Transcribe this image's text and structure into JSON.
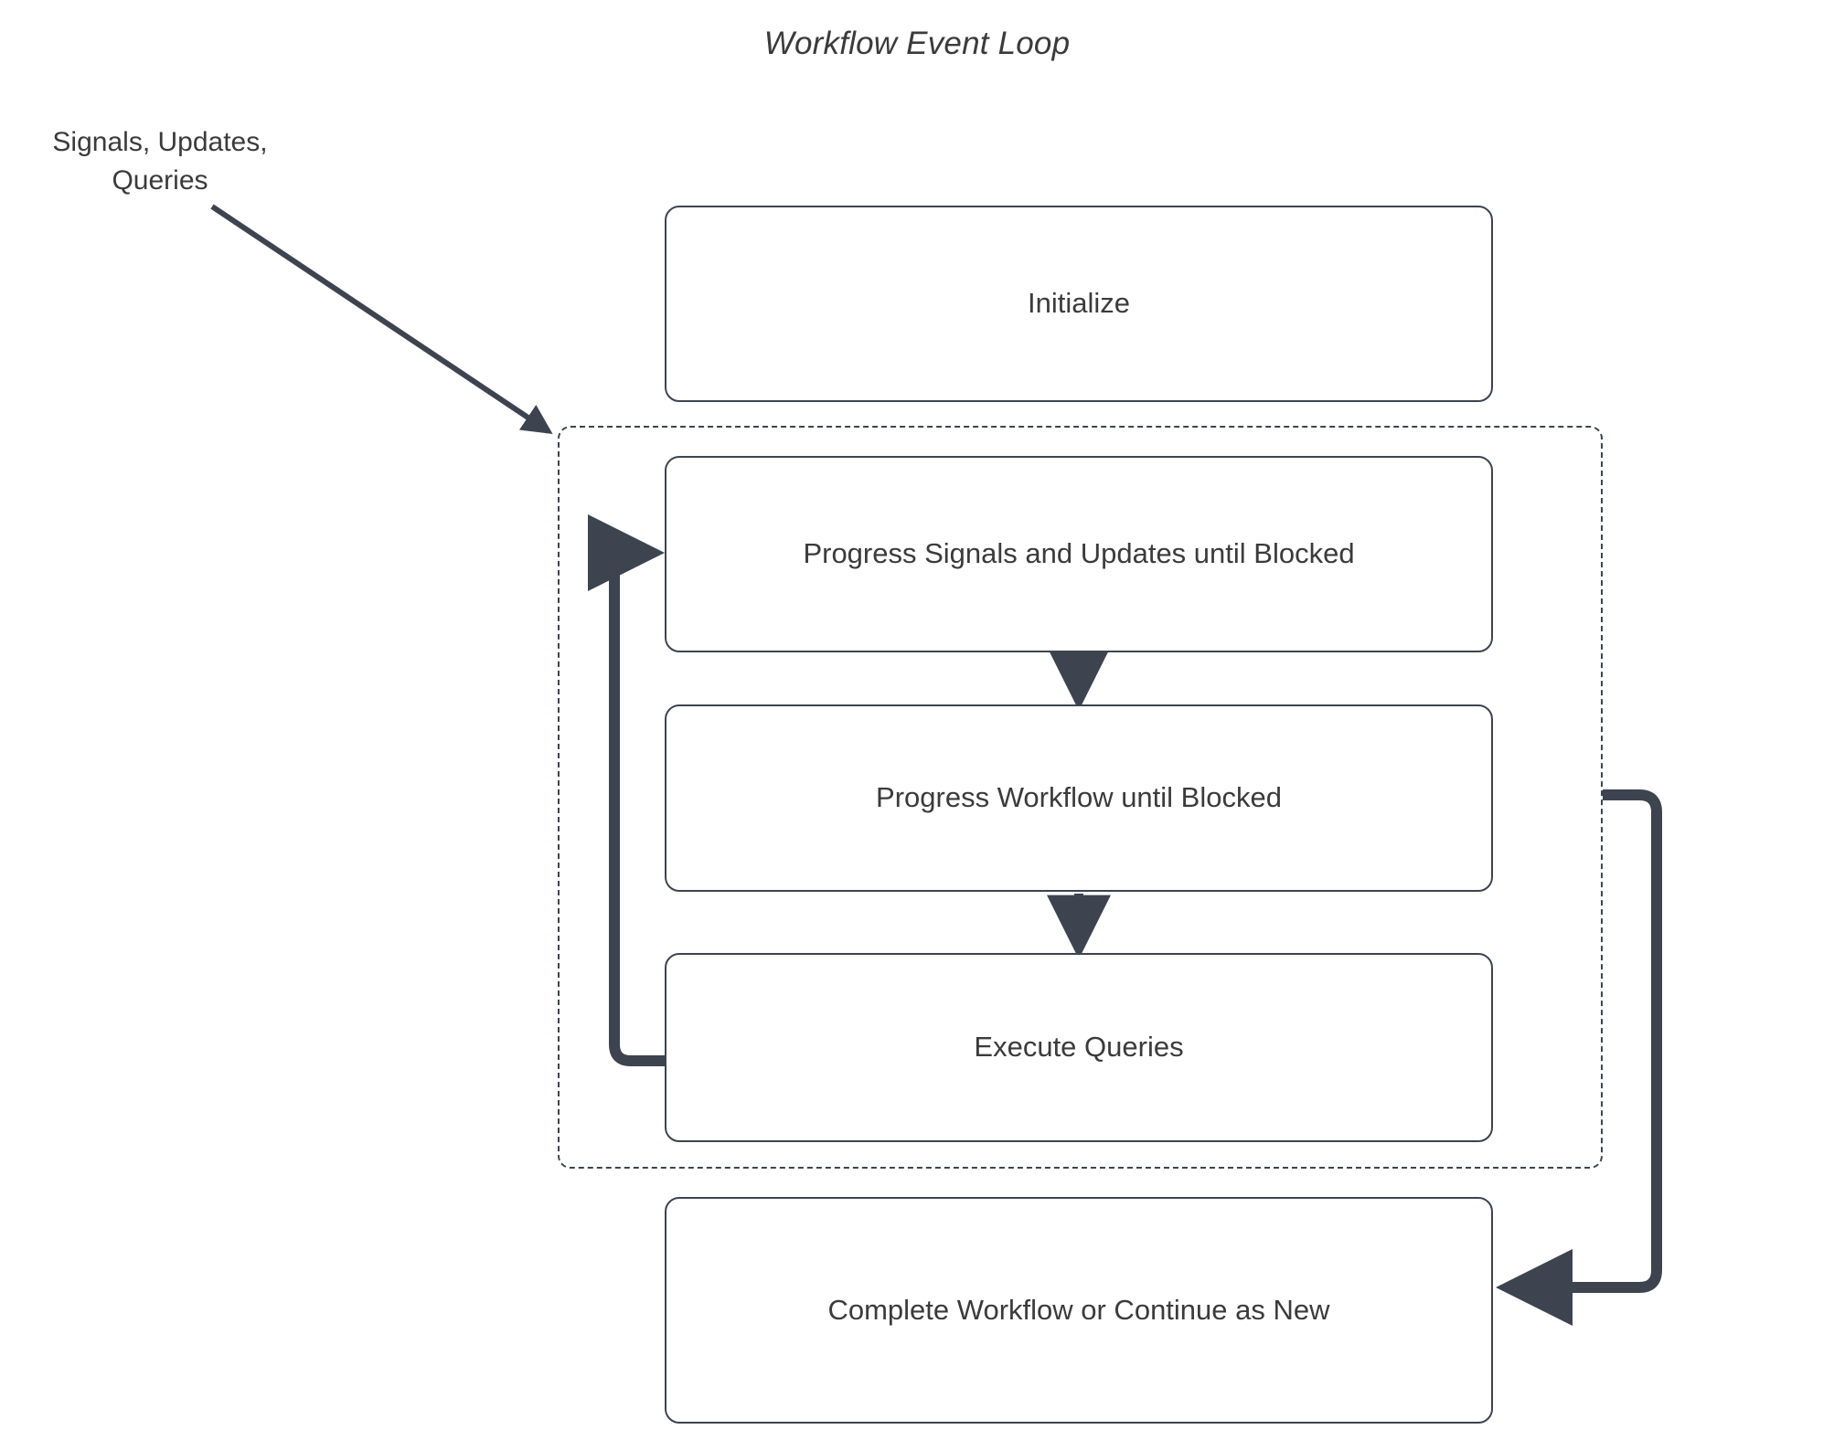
{
  "diagram": {
    "title": "Workflow Event Loop",
    "type": "flowchart",
    "external_input_label": "Signals, Updates,\nQueries",
    "colors": {
      "stroke": "#3d4450",
      "text": "#3b3b3b",
      "background": "#ffffff"
    },
    "nodes": [
      {
        "id": "initialize",
        "label": "Initialize"
      },
      {
        "id": "progress_signals_updates",
        "label": "Progress Signals and Updates until Blocked"
      },
      {
        "id": "progress_workflow",
        "label": "Progress Workflow until Blocked"
      },
      {
        "id": "execute_queries",
        "label": "Execute Queries"
      },
      {
        "id": "complete_workflow",
        "label": "Complete Workflow or Continue as New"
      }
    ],
    "loop_group": {
      "style": "dashed",
      "contains": [
        "progress_signals_updates",
        "progress_workflow",
        "execute_queries"
      ]
    },
    "edges": [
      {
        "from": "external_input",
        "to": "loop_group",
        "style": "solid-diagonal"
      },
      {
        "from": "progress_signals_updates",
        "to": "progress_workflow",
        "style": "solid-down"
      },
      {
        "from": "progress_workflow",
        "to": "execute_queries",
        "style": "solid-down"
      },
      {
        "from": "execute_queries",
        "to": "progress_signals_updates",
        "style": "loop-back-left"
      },
      {
        "from": "loop_group",
        "to": "complete_workflow",
        "style": "loop-exit-right"
      }
    ]
  }
}
